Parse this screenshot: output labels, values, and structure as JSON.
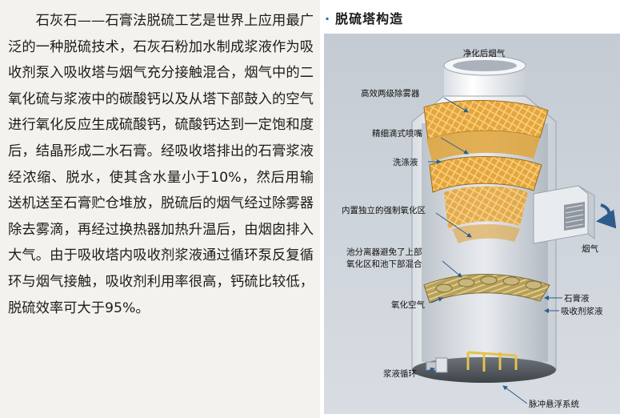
{
  "body_text": "石灰石——石膏法脱硫工艺是世界上应用最广泛的一种脱硫技术，石灰石粉加水制成浆液作为吸收剂泵入吸收塔与烟气充分接触混合，烟气中的二氧化硫与浆液中的碳酸钙以及从塔下部鼓入的空气进行氧化反应生成硫酸钙，硫酸钙达到一定饱和度后，结晶形成二水石膏。经吸收塔排出的石膏浆液经浓缩、脱水，使其含水量小于10%，然后用输送机送至石膏贮仓堆放，脱硫后的烟气经过除雾器除去雾滴，再经过换热器加热升温后，由烟囱排入大气。由于吸收塔内吸收剂浆液通过循环泵反复循环与烟气接触，吸收剂利用率很高，钙硫比较低，脱硫效率可大于95%。",
  "section": {
    "bullet": "·",
    "title": "脱硫塔构造"
  },
  "labels": {
    "clean_gas": "净化后烟气",
    "demister": "高效两级除雾器",
    "spray_nozzle": "精细滴式喷嘴",
    "wash_liquid": "洗涤液",
    "oxidation_zone": "内置独立的强制氧化区",
    "separator_line1": "池分离器避免了上部",
    "separator_line2": "氧化区和池下部混合",
    "flue_gas": "烟气",
    "oxidation_air": "氧化空气",
    "gypsum_slurry": "石膏液",
    "absorbent_slurry": "吸收剂浆液",
    "slurry_circulation": "浆液循环",
    "pulse_suspension": "脉冲悬浮系统"
  },
  "colors": {
    "background": "#ccd2d9",
    "tower": "#eef1f4",
    "packing": "#e0a43a",
    "arrow": "#2c5c8c"
  }
}
